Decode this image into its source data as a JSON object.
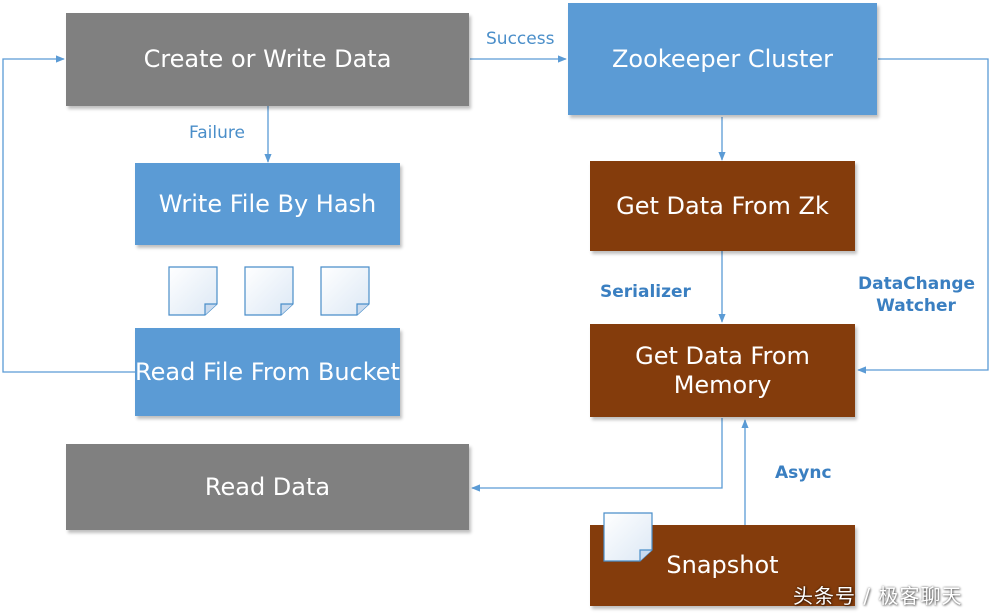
{
  "nodes": {
    "create_write": "Create or Write Data",
    "zookeeper": "Zookeeper Cluster",
    "write_file": "Write File By Hash",
    "get_zk": "Get Data From Zk",
    "read_bucket": "Read File From Bucket",
    "get_memory_line1": "Get Data From",
    "get_memory_line2": "Memory",
    "read_data": "Read Data",
    "snapshot": "Snapshot"
  },
  "edge_labels": {
    "success": "Success",
    "failure": "Failure",
    "serializer": "Serializer",
    "datachange_line1": "DataChange",
    "datachange_line2": "Watcher",
    "async": "Async"
  },
  "watermark": "头条号 / 极客聊天",
  "colors": {
    "gray": "#808080",
    "blue": "#5b9bd5",
    "brown": "#843c0c",
    "connector": "#5b9bd5",
    "label": "#4a8ec9"
  },
  "icons": [
    "document-icon",
    "document-icon",
    "document-icon",
    "document-icon"
  ]
}
